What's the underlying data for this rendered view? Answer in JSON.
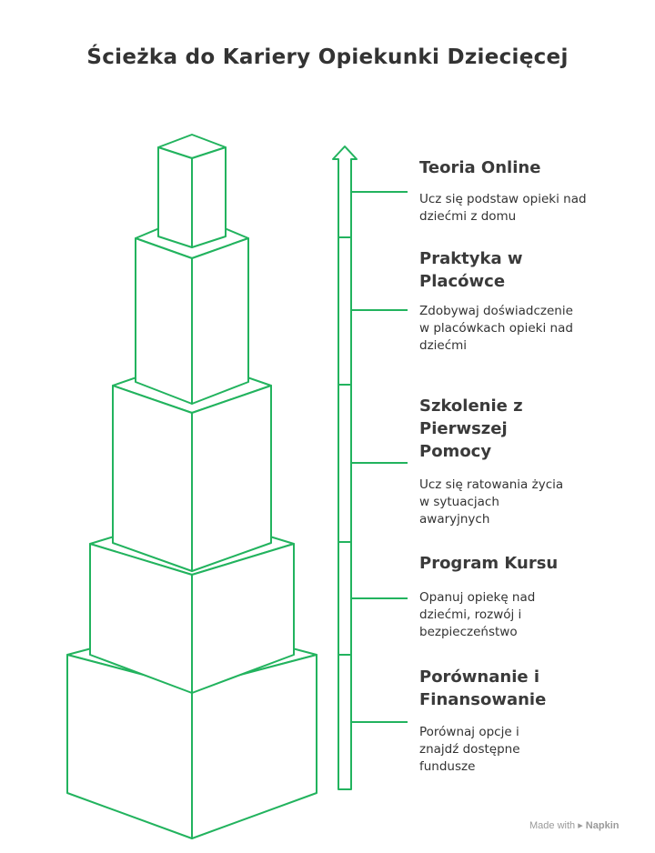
{
  "title": "Ścieżka do Kariery Opiekunki Dziecięcej",
  "steps": [
    {
      "title": "Teoria Online",
      "desc": "Ucz się podstaw opieki nad dziećmi z domu"
    },
    {
      "title": "Praktyka w Placówce",
      "desc": "Zdobywaj doświadczenie w placówkach opieki nad dziećmi"
    },
    {
      "title": "Szkolenie z Pierwszej Pomocy",
      "desc": "Ucz się ratowania życia w sytuacjach awaryjnych"
    },
    {
      "title": "Program Kursu",
      "desc": "Opanuj opiekę nad dziećmi, rozwój i bezpieczeństwo"
    },
    {
      "title": "Porównanie i Finansowanie",
      "desc": "Porównaj opcje i znajdź dostępne fundusze"
    }
  ],
  "footer": {
    "made_with": "Made with",
    "brand": "Napkin"
  },
  "colors": {
    "accent": "#22b35e",
    "text": "#333333"
  }
}
